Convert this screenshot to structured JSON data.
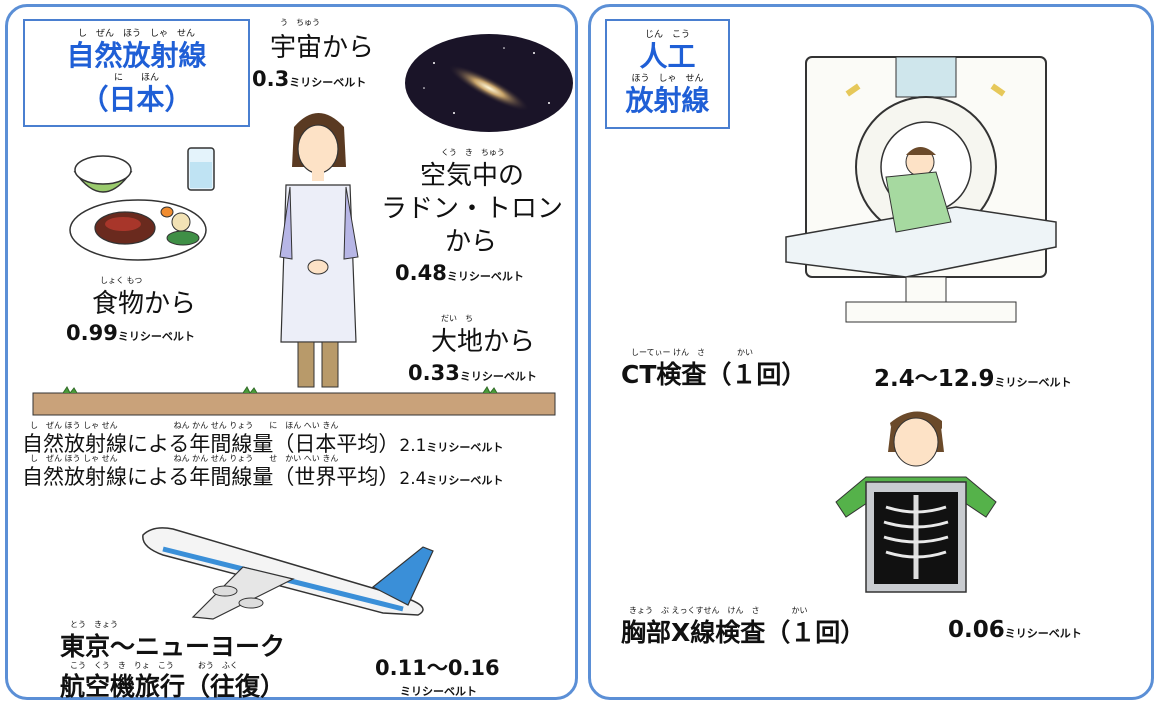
{
  "natural": {
    "title_ruby": "し　ぜん　ほう　しゃ　せん",
    "title_line1": "自然放射線",
    "title_ruby2": "に　　ほん",
    "title_line2": "（日本）",
    "space_ruby": "う　ちゅう",
    "space_label": "宇宙から",
    "space_value": "0.3",
    "space_unit": "ミリシーベルト",
    "air_ruby": "くう　き　ちゅう",
    "air_line1": "空気中の",
    "air_line2": "ラドン・トロン",
    "air_line3": "から",
    "air_value": "0.48",
    "air_unit": "ミリシーベルト",
    "food_ruby": "しょく もつ",
    "food_label": "食物から",
    "food_value": "0.99",
    "food_unit": "ミリシーベルト",
    "earth_ruby": "だい　ち",
    "earth_label": "大地から",
    "earth_value": "0.33",
    "earth_unit": "ミリシーベルト",
    "annual_japan_ruby": "し　ぜん ほう しゃ せん　　　　　　　ねん かん せん りょう　　に　ほん へい きん",
    "annual_japan_label": "自然放射線による年間線量（日本平均）",
    "annual_japan_value": "2.1",
    "annual_japan_unit": "ミリシーベルト",
    "annual_world_ruby": "し　ぜん ほう しゃ せん　　　　　　　ねん かん せん りょう　　せ　かい へい きん",
    "annual_world_label": "自然放射線による年間線量（世界平均）",
    "annual_world_value": "2.4",
    "annual_world_unit": "ミリシーベルト",
    "flight_ruby1": "とう　きょう",
    "flight_line1": "東京～ニューヨーク",
    "flight_ruby2": "こう　くう　き　りょ　こう　　　おう　ふく",
    "flight_line2": "航空機旅行（往復）",
    "flight_value": "0.11～0.16",
    "flight_unit": "ミリシーベルト"
  },
  "artificial": {
    "title_ruby1": "じん　こう",
    "title_line1": "人工",
    "title_ruby2": "ほう　しゃ　せん",
    "title_line2": "放射線",
    "ct_ruby": "しーてぃー けん　さ　　　　かい",
    "ct_label": "CT検査（１回）",
    "ct_value": "2.4～12.9",
    "ct_unit": "ミリシーベルト",
    "xray_ruby": "きょう　ぶ えっくすせん　けん　さ　　　　かい",
    "xray_label": "胸部X線検査（１回）",
    "xray_value": "0.06",
    "xray_unit": "ミリシーベルト"
  },
  "colors": {
    "border": "#5b8fd6",
    "title": "#1f5fd6",
    "ground": "#c9a27a",
    "sky": "#1a1428",
    "plane_blue": "#3a8fd8"
  }
}
